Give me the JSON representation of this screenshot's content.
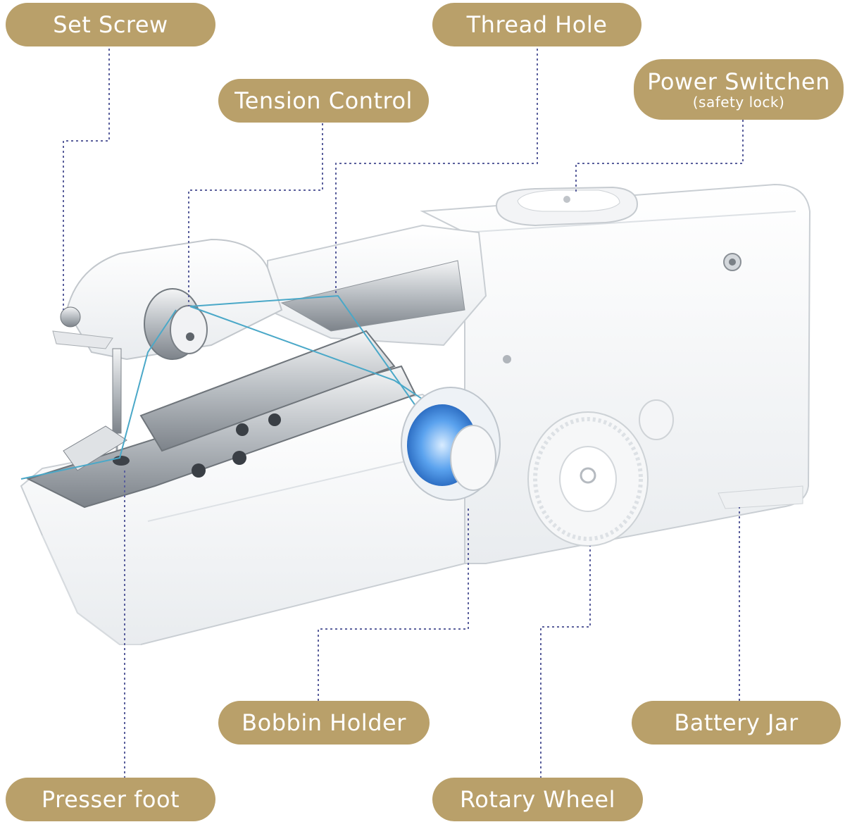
{
  "labels": {
    "set_screw": "Set Screw",
    "thread_hole": "Thread Hole",
    "tension_control": "Tension Control",
    "power_switch": "Power Switchen",
    "power_switch_note": "(safety lock)",
    "bobbin_holder": "Bobbin Holder",
    "battery_jar": "Battery Jar",
    "presser_foot": "Presser foot",
    "rotary_wheel": "Rotary Wheel"
  },
  "colors": {
    "label_fill": "#b9a06a",
    "leader_line": "#5a5f9c",
    "thread": "#4aa8c8",
    "bobbin": "#3a86e0"
  }
}
